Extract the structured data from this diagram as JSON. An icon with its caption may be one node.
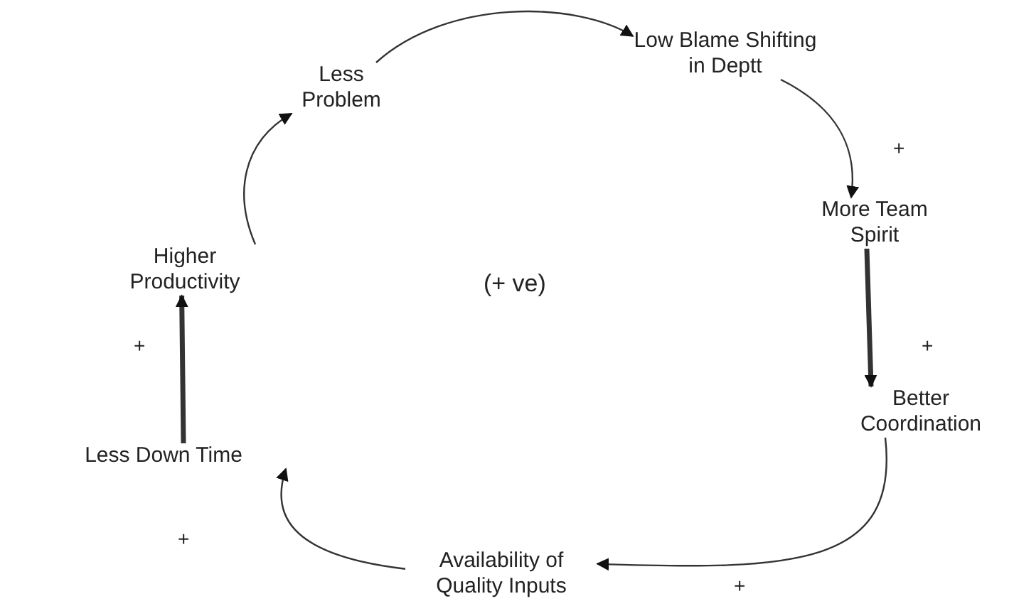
{
  "diagram": {
    "nodes": [
      {
        "text": [
          "Less Problem"
        ]
      },
      {
        "text": [
          "Low Blame Shifting in Deptt"
        ]
      },
      {
        "text": [
          "More Team Spirit"
        ]
      },
      {
        "text": [
          "Better Coordination"
        ]
      },
      {
        "text": [
          "Availability of Quality Inputs"
        ]
      },
      {
        "text": [
          "Less Down Time"
        ]
      },
      {
        "text": [
          "Higher Productivity"
        ]
      }
    ],
    "edges": [
      {
        "from": 0,
        "to": 1,
        "arrow": "to"
      },
      {
        "from": 1,
        "to": 2,
        "arrow": "to"
      },
      {
        "from": 2,
        "to": 3,
        "arrow": "to",
        "style": "thick"
      },
      {
        "from": 3,
        "to": 4,
        "arrow": "to"
      },
      {
        "from": 4,
        "to": 5,
        "arrow": "to"
      },
      {
        "from": 5,
        "to": 6,
        "arrow": "to",
        "style": "thick"
      },
      {
        "from": 6,
        "to": 0,
        "arrow": "to"
      }
    ],
    "labels": [
      "+",
      "(+ ve)",
      "+",
      "+",
      "+",
      "+"
    ]
  }
}
